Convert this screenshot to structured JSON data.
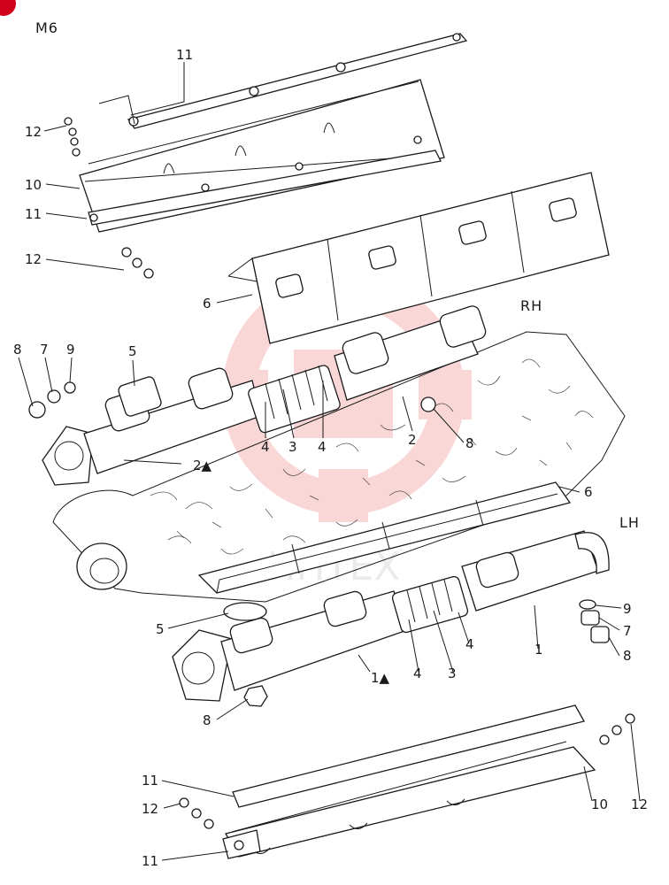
{
  "page_title": "M6",
  "sections": {
    "rh": "RH",
    "lh": "LH"
  },
  "watermark": "ИНТЕХ",
  "colors": {
    "ink": "#1a1a1a",
    "watermark": "#f2a8a8",
    "badge": "#d0021b"
  },
  "callouts": {
    "c11_top": "11",
    "c12_top": "12",
    "c10_top": "10",
    "c11_mid": "11",
    "c12_mid": "12",
    "c6_rh": "6",
    "c8_l": "8",
    "c7_l": "7",
    "c9_l": "9",
    "c5_rh": "5",
    "c4_rh_a": "4",
    "c3_rh": "3",
    "c4_rh_b": "4",
    "c2_rh": "2",
    "c2a_rh": "2▲",
    "c8_rh": "8",
    "c6_lh": "6",
    "c9_r": "9",
    "c7_r": "7",
    "c8_r": "8",
    "c5_lh": "5",
    "c1a_lh": "1▲",
    "c4_lh_a": "4",
    "c3_lh": "3",
    "c4_lh_b": "4",
    "c1_lh": "1",
    "c8_lh": "8",
    "c11_bot_a": "11",
    "c12_bot_l": "12",
    "c11_bot_b": "11",
    "c10_bot": "10",
    "c12_bot_r": "12"
  }
}
